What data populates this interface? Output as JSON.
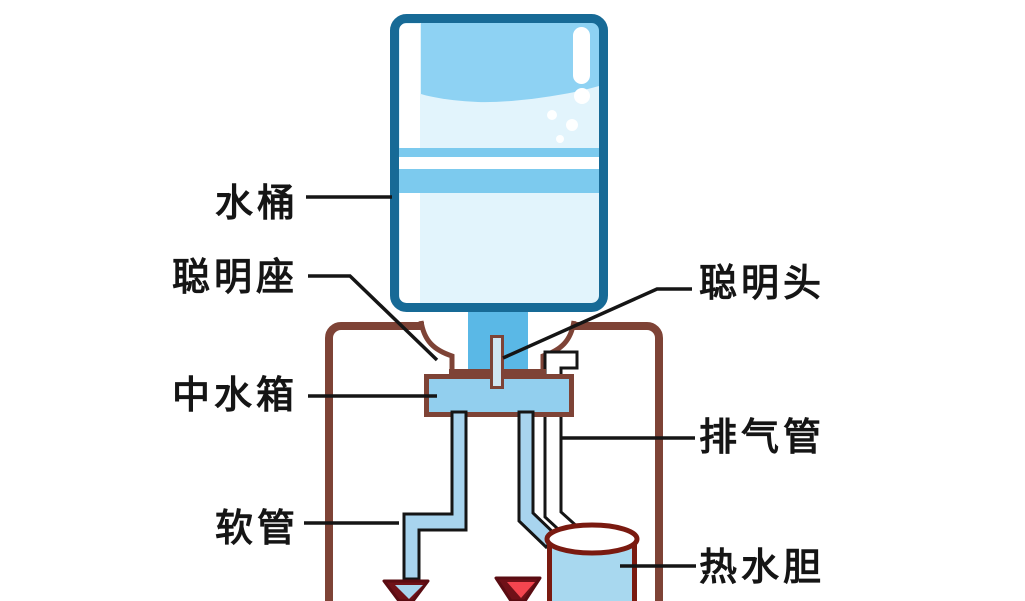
{
  "diagram": {
    "type": "water-dispenser-cutaway",
    "parts": [
      {
        "id": "water-bucket",
        "label": "水桶"
      },
      {
        "id": "smart-seat",
        "label": "聪明座"
      },
      {
        "id": "middle-water-tank",
        "label": "中水箱"
      },
      {
        "id": "soft-tube",
        "label": "软管"
      },
      {
        "id": "smart-head",
        "label": "聪明头"
      },
      {
        "id": "exhaust-pipe",
        "label": "排气管"
      },
      {
        "id": "hot-water-tank",
        "label": "热水胆"
      }
    ],
    "colors": {
      "bottle_border": "#176a96",
      "water_light": "#e2f4fc",
      "water_medium": "#8ed2f3",
      "water_stripe": "#7ccaee",
      "neck_fill": "#5ab8e6",
      "tank_fill": "#92cfee",
      "tube_fill": "#a8d4ee",
      "cabinet_border": "#7e4336",
      "hot_tank_border": "#7a1a10",
      "hot_tank_fill": "#a8d8ef",
      "valve_body": "#6f1118",
      "valve_hot_water": "#f4454f",
      "valve_cold_water": "#a8d4ee",
      "label_text": "#151515",
      "background": "#ffffff"
    }
  }
}
